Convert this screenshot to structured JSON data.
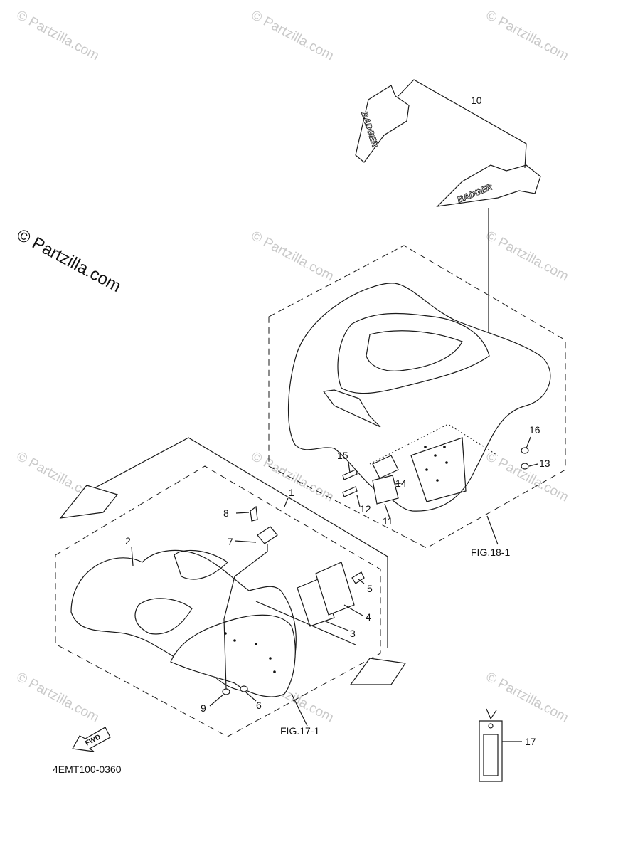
{
  "diagram": {
    "code": "4EMT100-0360",
    "decal_text": "BADGER",
    "fwd_label": "FWD",
    "watermark": "© Partzilla.com",
    "fig_refs": [
      "FIG.18-1",
      "FIG.17-1"
    ],
    "callouts": [
      "1",
      "2",
      "3",
      "4",
      "5",
      "6",
      "7",
      "8",
      "9",
      "10",
      "11",
      "12",
      "13",
      "14",
      "15",
      "16",
      "17"
    ]
  }
}
